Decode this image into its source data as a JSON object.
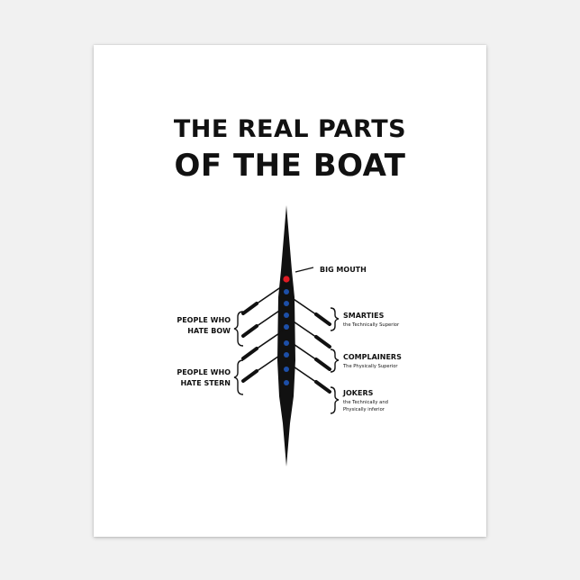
{
  "title": {
    "line1": "THE REAL PARTS",
    "line2": "OF THE BOAT"
  },
  "labels": {
    "big_mouth": "BIG MOUTH",
    "hate_bow_line1": "PEOPLE WHO",
    "hate_bow_line2": "HATE BOW",
    "hate_stern_line1": "PEOPLE WHO",
    "hate_stern_line2": "HATE STERN",
    "smarties": "SMARTIES",
    "smarties_sub": "the Technically Superior",
    "complainers": "COMPLAINERS",
    "complainers_sub": "The Physically Superior",
    "jokers": "JOKERS",
    "jokers_sub_line1": "the Technically and",
    "jokers_sub_line2": "Physically inferior"
  },
  "colors": {
    "coxswain_dot": "#e01b24",
    "rower_dot": "#1d4fa8",
    "hull": "#111111",
    "background": "#f1f1f1",
    "card": "#ffffff"
  }
}
